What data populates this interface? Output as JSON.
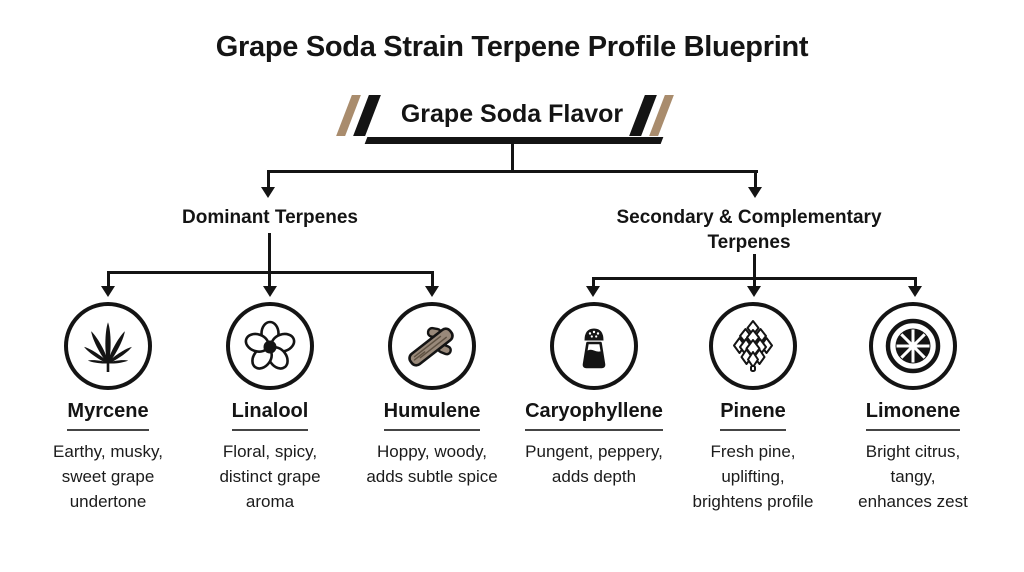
{
  "title": "Grape Soda Strain Terpene Profile Blueprint",
  "banner": {
    "label": "Grape Soda Flavor"
  },
  "colors": {
    "ink": "#141414",
    "accent_tan": "#a98c6d",
    "wood_fill": "#99897a",
    "name_underline": "#454545"
  },
  "branches": [
    {
      "label": "Dominant Terpenes",
      "items": [
        {
          "icon": "cannabis-leaf-icon",
          "name": "Myrcene",
          "description": "Earthy, musky,\nsweet grape\nundertone"
        },
        {
          "icon": "flower-icon",
          "name": "Linalool",
          "description": "Floral, spicy,\ndistinct grape\naroma"
        },
        {
          "icon": "wood-branch-icon",
          "name": "Humulene",
          "description": "Hoppy, woody,\nadds subtle spice"
        }
      ]
    },
    {
      "label": "Secondary & Complementary\nTerpenes",
      "items": [
        {
          "icon": "pepper-shaker-icon",
          "name": "Caryophyllene",
          "description": "Pungent, peppery,\nadds depth"
        },
        {
          "icon": "pine-cone-icon",
          "name": "Pinene",
          "description": "Fresh pine,\nuplifting,\nbrightens profile"
        },
        {
          "icon": "citrus-slice-icon",
          "name": "Limonene",
          "description": "Bright citrus,\ntangy,\nenhances zest"
        }
      ]
    }
  ]
}
